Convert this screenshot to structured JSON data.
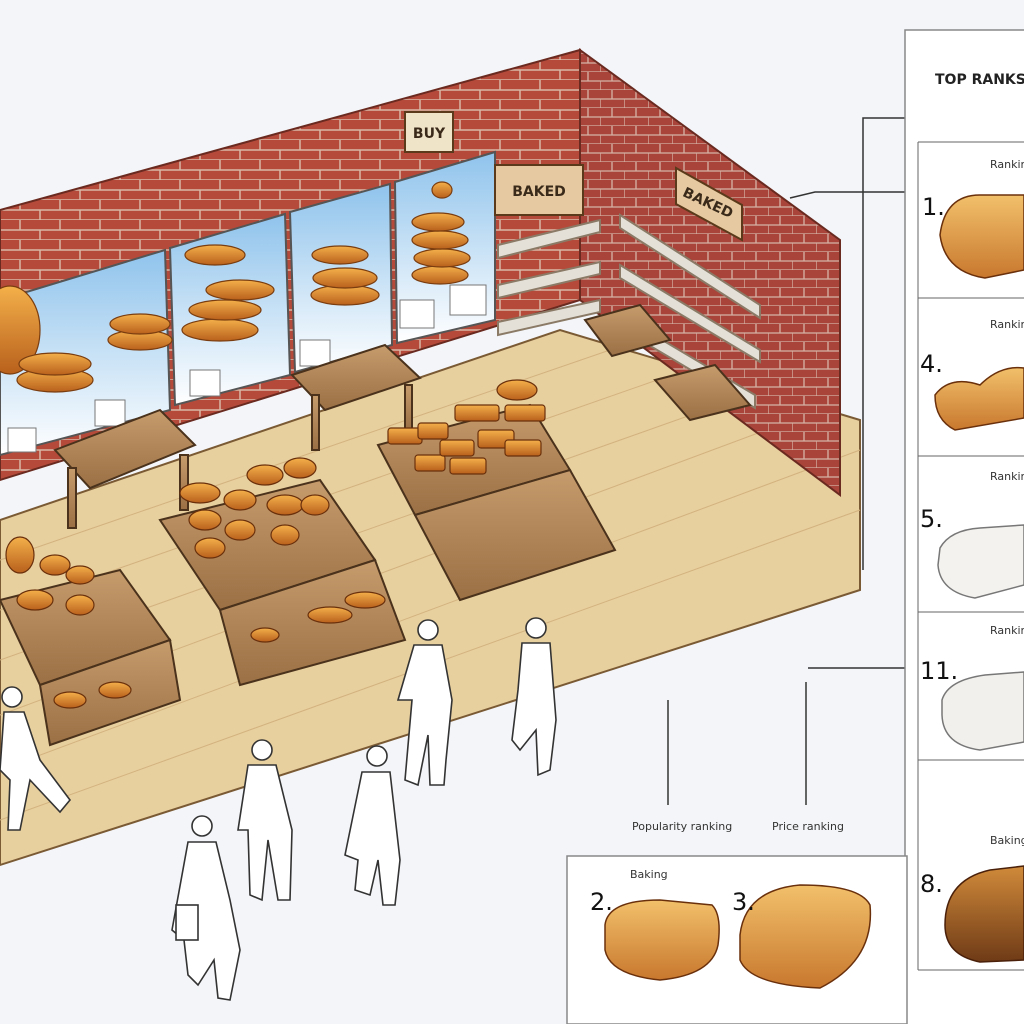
{
  "signs": {
    "buy": "BUY",
    "baked_left": "BAKED",
    "baked_right": "BAKED"
  },
  "ranking_panel": {
    "title": "TOP RANKS",
    "items": [
      {
        "number": "1.",
        "heading": "Ranking"
      },
      {
        "number": "4.",
        "heading": "Ranking"
      },
      {
        "number": "5.",
        "heading": "Ranking"
      },
      {
        "number": "11.",
        "heading": "Ranking"
      },
      {
        "number": "8.",
        "heading": "Baking"
      }
    ]
  },
  "bottom_panel": {
    "heading": "Baking",
    "items": [
      {
        "number": "2."
      },
      {
        "number": "3."
      }
    ]
  },
  "floor_labels": {
    "left": "Popularity ranking",
    "right": "Price ranking"
  }
}
